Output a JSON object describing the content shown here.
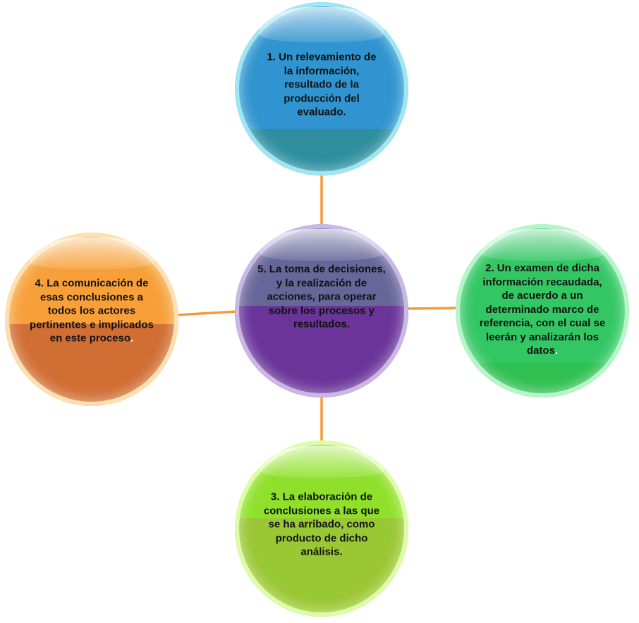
{
  "diagram": {
    "nodes": {
      "n1": {
        "text": "1. Un relevamiento de la información, resultado de la producción del evaluado.",
        "trailing": "",
        "colors": {
          "top": "#38b6dc",
          "mid": "#2f94cf",
          "low": "#2e8e9c",
          "rim": "#9fe6f2"
        }
      },
      "n2": {
        "text": "2. Un examen de dicha información recaudada, de acuerdo a un determinado marco de referencia, con el cual se leerán y analizarán los datos",
        "trailing": ".",
        "colors": {
          "top": "#5ee38e",
          "mid": "#33c764",
          "low": "#2fbf4f",
          "rim": "#b6f5c7"
        }
      },
      "n3": {
        "text": "3. La elaboración de conclusiones a las que se ha arribado, como producto de dicho análisis.",
        "trailing": "",
        "colors": {
          "top": "#9ff232",
          "mid": "#8fe02a",
          "low": "#9bc634",
          "rim": "#ddfca8"
        }
      },
      "n4": {
        "text": "4. La comunicación de esas conclusiones a todos los actores pertinentes e implicados en este proceso",
        "trailing": ".",
        "colors": {
          "top": "#fbb046",
          "mid": "#f7a03a",
          "low": "#cf6b34",
          "rim": "#fde0b0"
        }
      },
      "n5": {
        "text": "5. La toma de decisiones, y la realización de acciones, para operar sobre los procesos y resultados.",
        "trailing": "",
        "colors": {
          "top": "#7373a8",
          "mid": "#666699",
          "low": "#6a3199",
          "rim": "#c9b7e6"
        }
      }
    },
    "connector_color": "#f59a3a"
  }
}
